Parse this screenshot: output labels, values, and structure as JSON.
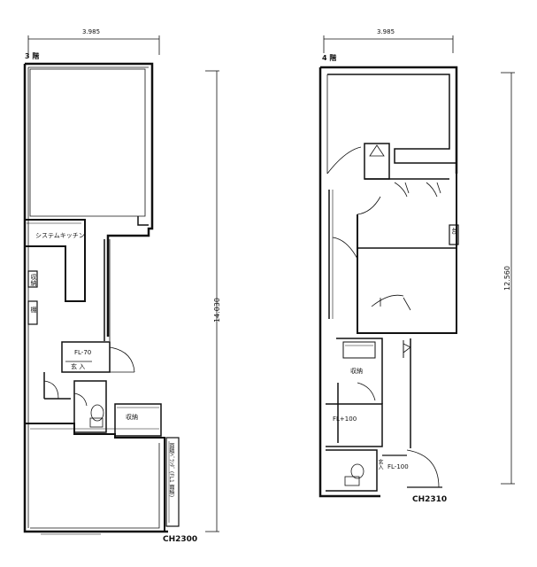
{
  "left_plan": {
    "floor_label": "3 階",
    "width_dim": "3.985",
    "height_dim": "14.030",
    "kitchen_label": "システムキッチン",
    "storage_label": "収納",
    "closet_label": "棚",
    "fl_label": "FL-70",
    "entrance_label": "玄 入",
    "storage2_label": "収納",
    "balcony_note": "面積ﾍﾞﾗﾝﾀﾞ (FL1 面積)",
    "code": "CH2300"
  },
  "right_plan": {
    "floor_label": "4 階",
    "width_dim": "3.985",
    "height_dim": "12.560",
    "small_label": "40",
    "storage_label": "収納",
    "fl1_label": "FL+100",
    "fl2_label": "FL-100",
    "entrance_label": "玄入",
    "code": "CH2310"
  }
}
